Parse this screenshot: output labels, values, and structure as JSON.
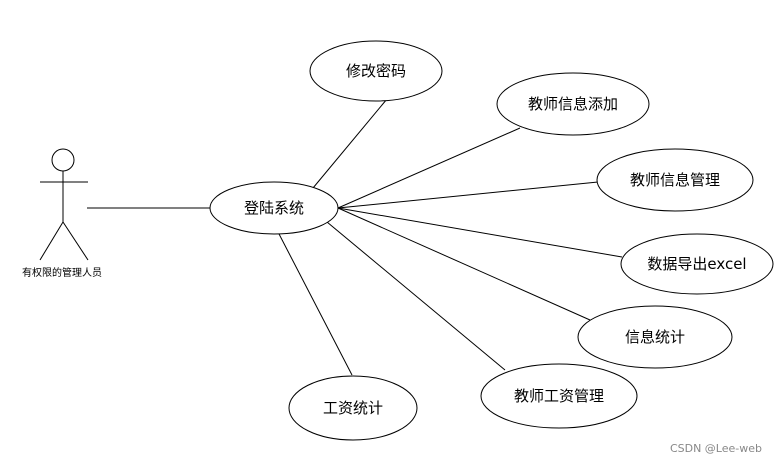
{
  "actor": {
    "label": "有权限的管理人员"
  },
  "center_use_case": {
    "label": "登陆系统"
  },
  "use_cases": [
    {
      "id": "change-password",
      "label": "修改密码"
    },
    {
      "id": "teacher-info-add",
      "label": "教师信息添加"
    },
    {
      "id": "teacher-info-manage",
      "label": "教师信息管理"
    },
    {
      "id": "data-export",
      "label": "数据导出excel"
    },
    {
      "id": "info-stats",
      "label": "信息统计"
    },
    {
      "id": "teacher-salary-manage",
      "label": "教师工资管理"
    },
    {
      "id": "salary-stats",
      "label": "工资统计"
    }
  ],
  "watermark": "CSDN @Lee-web"
}
